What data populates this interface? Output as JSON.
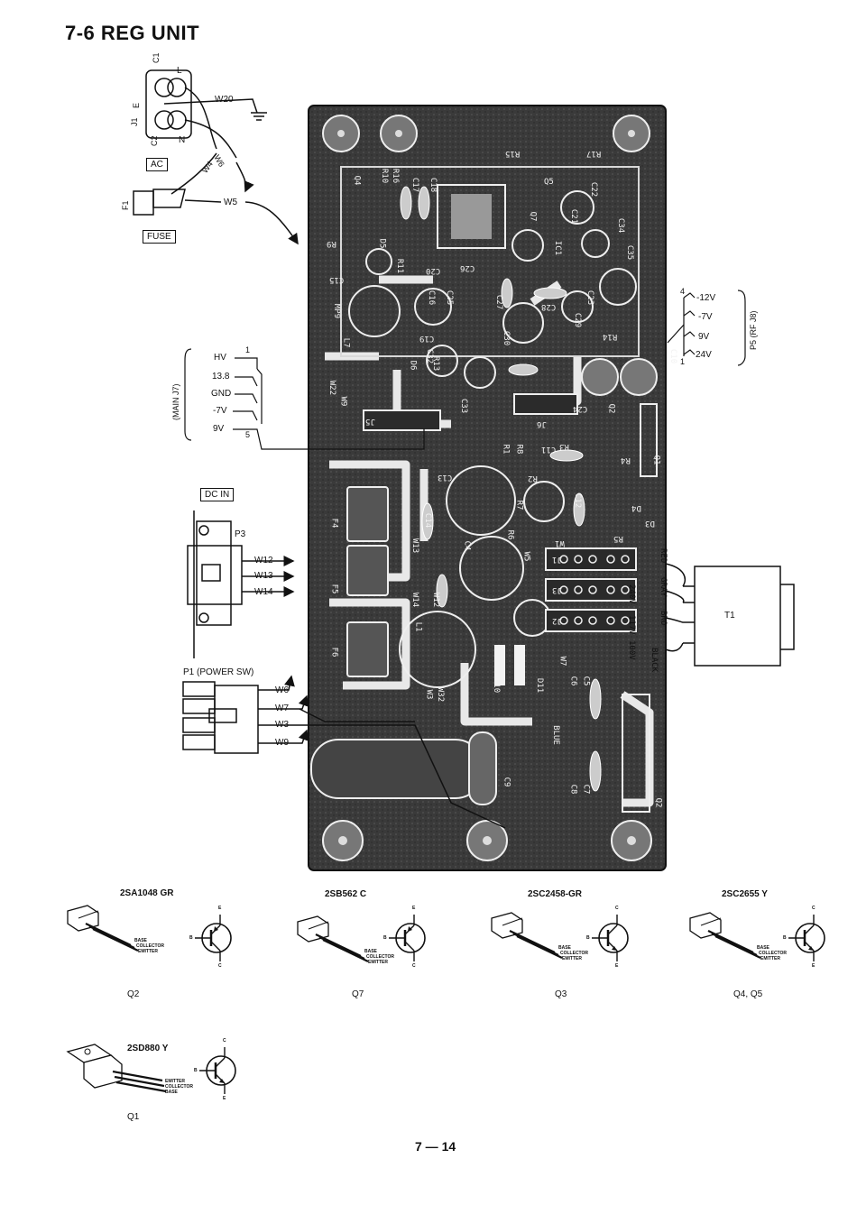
{
  "title": "7-6  REG UNIT",
  "page_number": "7 — 14",
  "ac_section": {
    "jack": "J1",
    "c1": "C1",
    "c2": "C2",
    "l": "L",
    "n": "N",
    "e": "E",
    "ac_label": "AC",
    "fuse_ref": "F1",
    "fuse_label": "FUSE",
    "wires": [
      "W20",
      "W4",
      "W6",
      "W5"
    ]
  },
  "main_j7": {
    "connector": "(MAIN J7)",
    "pins": [
      "HV",
      "13.8",
      "GND",
      "-7V",
      "9V"
    ],
    "pin_first": "1",
    "pin_last": "5"
  },
  "p5": {
    "connector": "P5 (RF J8)",
    "pins": [
      "-12V",
      "-7V",
      "9V",
      "24V"
    ],
    "pin_first": "4",
    "pin_last": "1"
  },
  "dc_in": {
    "label": "DC IN",
    "plug": "P3",
    "wires": [
      "W12",
      "W13",
      "W14"
    ]
  },
  "power_sw": {
    "label": "P1 (POWER SW)",
    "wires": [
      "W6",
      "W7",
      "W3",
      "W9"
    ]
  },
  "transformer": {
    "ref": "T1",
    "taps": [
      "240V",
      "117V",
      "100V"
    ],
    "wire_colors": [
      "RED",
      "GRAY",
      "BRO",
      "BLACK"
    ]
  },
  "board_labels": {
    "top": [
      "R15",
      "R17",
      "Q5",
      "Q4",
      "R10",
      "R16",
      "C17",
      "C18",
      "C22",
      "R9",
      "Q7",
      "C21",
      "C34",
      "D5",
      "R11",
      "C20",
      "C26",
      "C27",
      "IC1",
      "C35",
      "C15",
      "C16",
      "MP9",
      "L7",
      "C25",
      "C28",
      "C23",
      "C19",
      "C30",
      "C29",
      "R14",
      "C10"
    ],
    "middle": [
      "R13",
      "C32",
      "D6",
      "C33",
      "W22",
      "W9",
      "J5",
      "J6",
      "C24",
      "Q2",
      "R1",
      "R8",
      "C11",
      "R3",
      "R4",
      "Q1",
      "C13",
      "R2",
      "R7",
      "C12",
      "D4",
      "D3",
      "R6",
      "R5",
      "W1",
      "F4",
      "C14",
      "W13",
      "C4",
      "W5"
    ],
    "bottom": [
      "J1",
      "J3",
      "J2",
      "F5",
      "W14",
      "W12",
      "L1",
      "F6",
      "W3",
      "W32",
      "D10",
      "D11",
      "W7",
      "C6",
      "C5",
      "C9",
      "BLUE",
      "C8",
      "C7",
      "Q2"
    ]
  },
  "transistors": [
    {
      "part": "2SA1048  GR",
      "ref": "Q2",
      "pins": [
        "BASE",
        "COLLECTOR",
        "EMITTER"
      ]
    },
    {
      "part": "2SB562  C",
      "ref": "Q7",
      "pins": [
        "BASE",
        "COLLECTOR",
        "EMITTER"
      ]
    },
    {
      "part": "2SC2458-GR",
      "ref": "Q3",
      "pins": [
        "BASE",
        "COLLECTOR",
        "EMITTER"
      ]
    },
    {
      "part": "2SC2655  Y",
      "ref": "Q4, Q5",
      "pins": [
        "BASE",
        "COLLECTOR",
        "EMITTER"
      ]
    },
    {
      "part": "2SD880  Y",
      "ref": "Q1",
      "pins": [
        "EMITTER",
        "COLLECTOR",
        "BASE"
      ]
    }
  ],
  "symbol_pins": {
    "b": "B",
    "c": "C",
    "e": "E"
  }
}
